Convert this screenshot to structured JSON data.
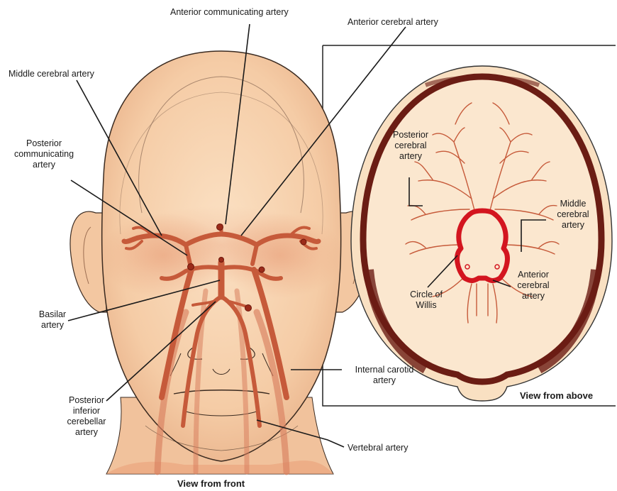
{
  "figure": {
    "front_labels": {
      "anterior_communicating": "Anterior communicating artery",
      "anterior_cerebral": "Anterior cerebral artery",
      "middle_cerebral": "Middle cerebral artery",
      "posterior_communicating": [
        "Posterior",
        "communicating",
        "artery"
      ],
      "basilar": [
        "Basilar",
        "artery"
      ],
      "posterior_inferior_cerebellar": [
        "Posterior",
        "inferior",
        "cerebellar",
        "artery"
      ],
      "internal_carotid": [
        "Internal carotid",
        "artery"
      ],
      "vertebral": "Vertebral artery"
    },
    "top_labels": {
      "posterior_cerebral": [
        "Posterior",
        "cerebral",
        "artery"
      ],
      "middle_cerebral": [
        "Middle",
        "cerebral",
        "artery"
      ],
      "anterior_cerebral": [
        "Anterior",
        "cerebral",
        "artery"
      ],
      "circle_of_willis": [
        "Circle of",
        "Willis"
      ]
    },
    "captions": {
      "front": "View from front",
      "above": "View from above"
    },
    "colors": {
      "skin": "#f7d3b0",
      "skin_shadow": "#eab58d",
      "artery": "#c65a3a",
      "artery_dark": "#8e2a18",
      "circle_of_willis": "#d3151f",
      "skull": "#6b1d14",
      "brain": "#f9e0c2",
      "leader": "#1a1a1a"
    }
  }
}
